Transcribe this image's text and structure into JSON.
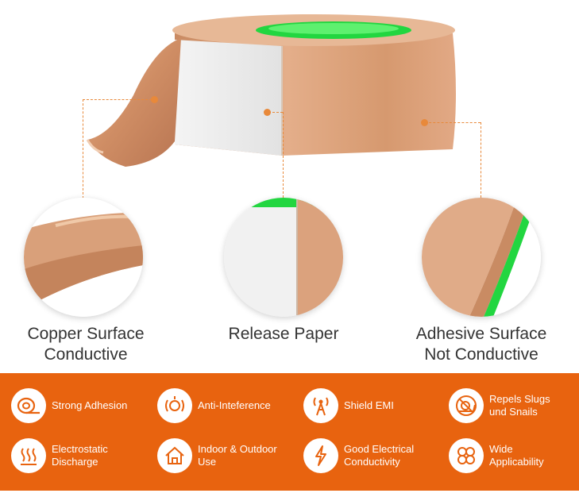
{
  "callouts": {
    "copper_surface": {
      "line1": "Copper Surface",
      "line2": "Conductive"
    },
    "release_paper": {
      "line1": "Release Paper"
    },
    "adhesive_surface": {
      "line1": "Adhesive Surface",
      "line2": "Not Conductive"
    }
  },
  "features": [
    {
      "label": "Strong Adhesion",
      "icon": "tape-roll-icon"
    },
    {
      "label": "Anti-Inteference",
      "icon": "signal-wave-icon"
    },
    {
      "label": "Shield EMI",
      "icon": "antenna-icon"
    },
    {
      "label_line1": "Repels Slugs",
      "label_line2": "und Snails",
      "icon": "snail-icon"
    },
    {
      "label_line1": "Electrostatic",
      "label_line2": "Discharge",
      "icon": "static-waves-icon"
    },
    {
      "label_line1": "Indoor & Outdoor",
      "label_line2": "Use",
      "icon": "house-icon"
    },
    {
      "label_line1": "Good Electrical",
      "label_line2": "Conductivity",
      "icon": "lightning-icon"
    },
    {
      "label_line1": "Wide",
      "label_line2": "Applicability",
      "icon": "grid-circles-icon"
    }
  ],
  "colors": {
    "band_orange": "#e8630f",
    "copper": "#d99a72",
    "core_green": "#22d640",
    "callout_orange": "#e8893a",
    "text_dark": "#333333",
    "text_light": "#ffffff"
  }
}
